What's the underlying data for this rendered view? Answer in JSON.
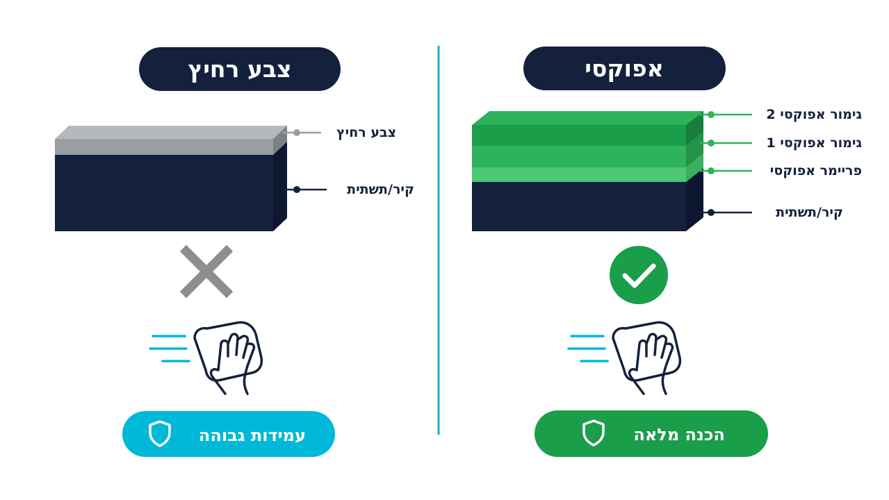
{
  "colors": {
    "navy": "#14213D",
    "cyan": "#00B8D9",
    "green": "#1A9E4A",
    "green_mid": "#2DB35A",
    "green_light": "#4CC774",
    "gray_top": "#A3A6AA",
    "x_mark": "#8E8E8E",
    "divider": "#14B2D6"
  },
  "left_panel": {
    "title": "צבע רחיץ",
    "layers": [
      {
        "label": "צבע רחיץ"
      },
      {
        "label": "קיר/תשתית"
      }
    ],
    "result_icon": "x-mark-icon",
    "action_icon": "wiping-hand-icon",
    "badge": {
      "label": "עמידות גבוהה",
      "icon": "shield-icon"
    }
  },
  "right_panel": {
    "title": "אפוקסי",
    "layers": [
      {
        "label": "גימור אפוקסי 2"
      },
      {
        "label": "גימור אפוקסי 1"
      },
      {
        "label": "פריימר אפוקסי"
      },
      {
        "label": "קיר/תשתית"
      }
    ],
    "result_icon": "check-circle-icon",
    "action_icon": "wiping-hand-icon",
    "badge": {
      "label": "הכנה מלאה",
      "icon": "shield-icon"
    }
  }
}
